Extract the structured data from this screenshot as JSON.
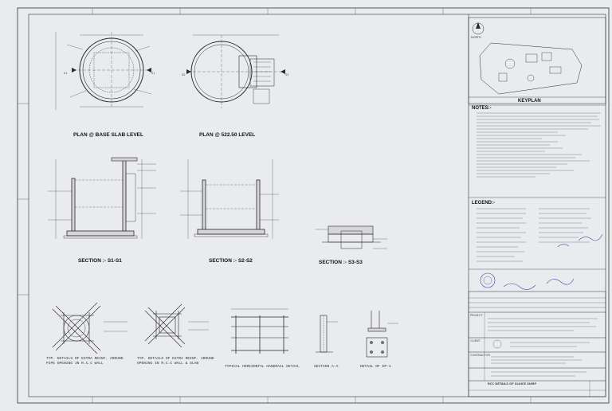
{
  "drawing": {
    "plan_base_slab_title": "PLAN @ BASE SLAB LEVEL",
    "plan_level_title": "PLAN @ 522.50 LEVEL",
    "section_s1_title": "SECTION :- S1-S1",
    "section_s2_title": "SECTION :- S2-S2",
    "section_s3_title": "SECTION :- S3-S3",
    "detail_pipe_opening_title": "TYP. DETAILS OF EXTRA REINF. AROUND PIPE OPENING IN R.C.C WALL",
    "detail_slab_opening_title": "TYP. DETAILS OF EXTRA REINF. AROUND OPENING IN R.C.C WALL & SLAB",
    "handrail_title": "TYPICAL HORIZONTAL HANDRAIL DETAIL",
    "section_aa_title": "SECTION A-A",
    "detail_ep_title": "DETAIL OF EP-1",
    "section_marks": [
      "S1",
      "S1",
      "S2",
      "S2"
    ]
  },
  "sidebar": {
    "north_label": "NORTH",
    "keyplan_title": "KEYPLAN",
    "notes_title": "NOTES:-",
    "legend_title": "LEGEND:-",
    "project_label": "PROJECT",
    "client_label": "CLIENT",
    "contractor_label": "CONTRACTOR",
    "drawing_title": "RCC DETAILS OF SLUICE SUMP"
  },
  "colors": {
    "paper": "#e9ebee",
    "ink": "#2a2a2a",
    "stamp_blue": "#3a4aa6"
  }
}
